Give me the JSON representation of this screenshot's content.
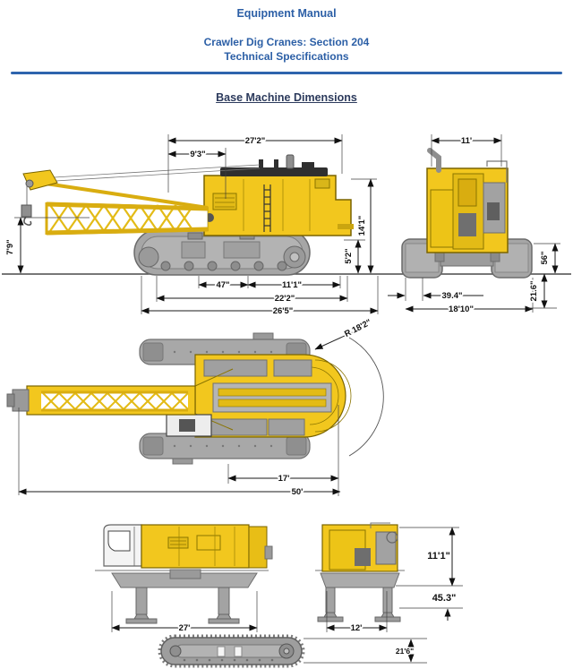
{
  "header": {
    "line1": "Equipment Manual",
    "line2": "Crawler Dig Cranes:  Section 204",
    "line3": "Technical Specifications"
  },
  "section": {
    "title": "Base Machine Dimensions"
  },
  "colors": {
    "accent_blue": "#2c5fa6",
    "machine_yellow": "#f2c71e",
    "machine_gray": "#a8a8a8",
    "dimension_line": "#1a1a1a"
  },
  "dimensions": {
    "side_view": {
      "d27_2": "27'2\"",
      "d9_3": "9'3\"",
      "d7_9": "7'9\"",
      "d14_1": "14'1\"",
      "d5_2": "5'2\"",
      "d47": "47\"",
      "d11_1": "11'1\"",
      "d22_2": "22'2\"",
      "d26_5": "26'5\""
    },
    "rear_view": {
      "d11": "11'",
      "d39_4": "39.4\"",
      "d18_10": "18'10\"",
      "d56": "56\"",
      "d21_6": "21.6\""
    },
    "plan_view": {
      "r18_2": "R 18'2\"",
      "d17": "17'",
      "d50": "50'"
    },
    "transport_view": {
      "d27": "27'",
      "d12": "12'",
      "d11_1": "11'1\"",
      "d45_3": "45.3\"",
      "d21_6": "21'6\""
    }
  }
}
